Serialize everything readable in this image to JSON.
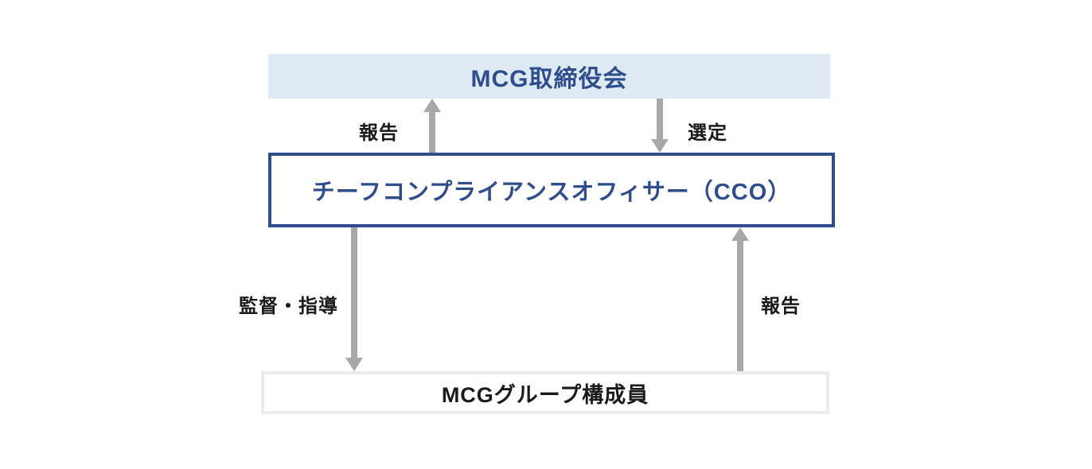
{
  "diagram": {
    "type": "org-governance-flow",
    "nodes": {
      "board": {
        "label": "MCG取締役会"
      },
      "cco": {
        "label": "チーフコンプライアンスオフィサー（CCO）"
      },
      "members": {
        "label": "MCGグループ構成員"
      }
    },
    "edges": {
      "report_top": {
        "label": "報告",
        "from": "cco",
        "to": "board",
        "direction": "up"
      },
      "selection": {
        "label": "選定",
        "from": "board",
        "to": "cco",
        "direction": "down"
      },
      "supervision": {
        "label": "監督・指導",
        "from": "cco",
        "to": "members",
        "direction": "down"
      },
      "report_bottom": {
        "label": "報告",
        "from": "members",
        "to": "cco",
        "direction": "up"
      }
    },
    "colors": {
      "board_background": "#dde9f3",
      "accent_blue": "#2e4d8c",
      "arrow_gray": "#a8a8a8",
      "members_border": "#ececec",
      "label_text": "#1a1a1a",
      "page_background": "#ffffff"
    }
  }
}
